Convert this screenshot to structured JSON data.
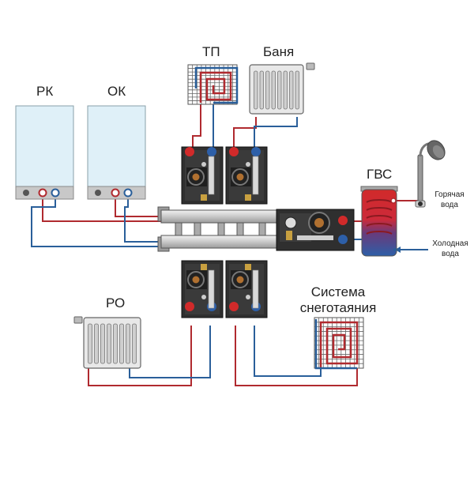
{
  "labels": {
    "rk": "РК",
    "ok": "ОК",
    "tp": "ТП",
    "banya": "Баня",
    "gvs": "ГВС",
    "ro": "РО",
    "snow_line1": "Система",
    "snow_line2": "снеготаяния",
    "hot_line1": "Горячая",
    "hot_line2": "вода",
    "cold_line1": "Холодная",
    "cold_line2": "вода"
  },
  "colors": {
    "supply": "#b02a2f",
    "return": "#2a5f9a",
    "boiler_fill": "#dff0f8",
    "module_dark": "#2f2f2f",
    "radiator": "#e8e8e8",
    "tank_red": "#d12a2a",
    "tank_blue": "#2d5fa8"
  }
}
